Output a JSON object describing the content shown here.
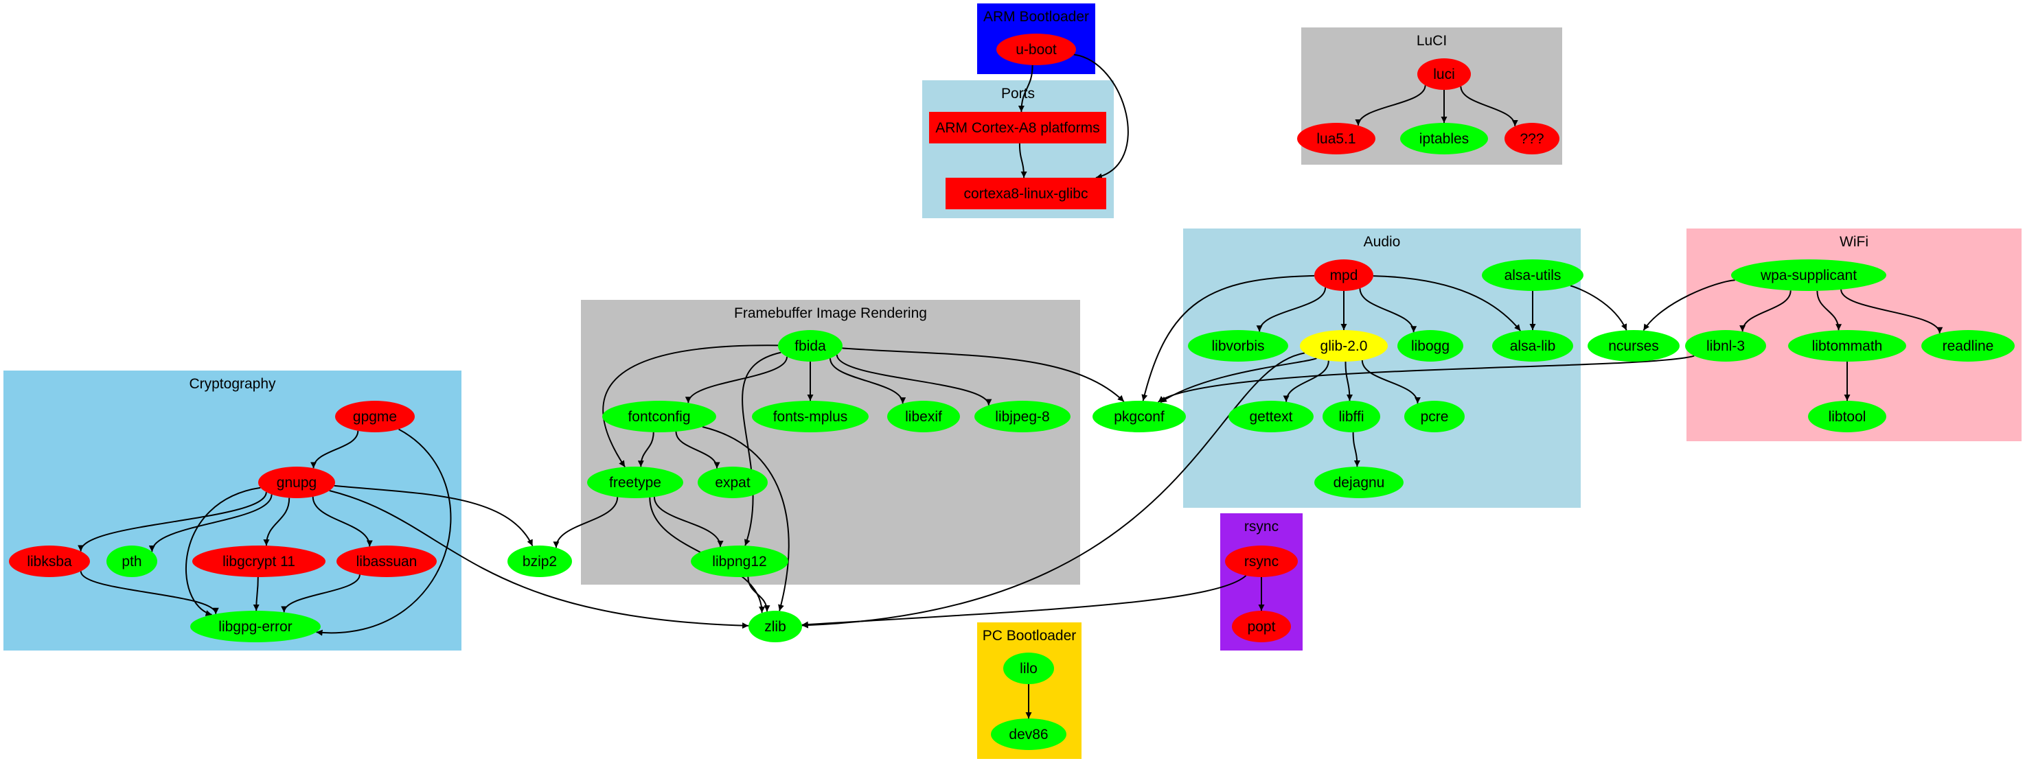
{
  "clusters": [
    {
      "id": "arm",
      "label": "ARM Bootloader",
      "color": "#0000FF"
    },
    {
      "id": "ports",
      "label": "Ports",
      "color": "#ADD8E6"
    },
    {
      "id": "luci",
      "label": "LuCI",
      "color": "#C0C0C0"
    },
    {
      "id": "audio",
      "label": "Audio",
      "color": "#ADD8E6"
    },
    {
      "id": "wifi",
      "label": "WiFi",
      "color": "#FFB6C1"
    },
    {
      "id": "fb",
      "label": "Framebuffer Image Rendering",
      "color": "#C0C0C0"
    },
    {
      "id": "crypto",
      "label": "Cryptography",
      "color": "#87CEEB"
    },
    {
      "id": "rsync",
      "label": "rsync",
      "color": "#A020F0"
    },
    {
      "id": "pcboot",
      "label": "PC Bootloader",
      "color": "#FFD700"
    }
  ],
  "nodes": [
    {
      "id": "uboot",
      "label": "u-boot",
      "color": "#FF0000",
      "shape": "ellipse"
    },
    {
      "id": "armcortex",
      "label": "ARM Cortex-A8 platforms",
      "color": "#FF0000",
      "shape": "box"
    },
    {
      "id": "cortexa8",
      "label": "cortexa8-linux-glibc",
      "color": "#FF0000",
      "shape": "box"
    },
    {
      "id": "luci",
      "label": "luci",
      "color": "#FF0000",
      "shape": "ellipse"
    },
    {
      "id": "lua51",
      "label": "lua5.1",
      "color": "#FF0000",
      "shape": "ellipse"
    },
    {
      "id": "iptables",
      "label": "iptables",
      "color": "#00FF00",
      "shape": "ellipse"
    },
    {
      "id": "qqq",
      "label": "???",
      "color": "#FF0000",
      "shape": "ellipse"
    },
    {
      "id": "mpd",
      "label": "mpd",
      "color": "#FF0000",
      "shape": "ellipse"
    },
    {
      "id": "alsautils",
      "label": "alsa-utils",
      "color": "#00FF00",
      "shape": "ellipse"
    },
    {
      "id": "libvorbis",
      "label": "libvorbis",
      "color": "#00FF00",
      "shape": "ellipse"
    },
    {
      "id": "glib",
      "label": "glib-2.0",
      "color": "#FFFF00",
      "shape": "ellipse"
    },
    {
      "id": "libogg",
      "label": "libogg",
      "color": "#00FF00",
      "shape": "ellipse"
    },
    {
      "id": "alsalib",
      "label": "alsa-lib",
      "color": "#00FF00",
      "shape": "ellipse"
    },
    {
      "id": "gettext",
      "label": "gettext",
      "color": "#00FF00",
      "shape": "ellipse"
    },
    {
      "id": "libffi",
      "label": "libffi",
      "color": "#00FF00",
      "shape": "ellipse"
    },
    {
      "id": "pcre",
      "label": "pcre",
      "color": "#00FF00",
      "shape": "ellipse"
    },
    {
      "id": "dejagnu",
      "label": "dejagnu",
      "color": "#00FF00",
      "shape": "ellipse"
    },
    {
      "id": "ncurses",
      "label": "ncurses",
      "color": "#00FF00",
      "shape": "ellipse"
    },
    {
      "id": "wpa",
      "label": "wpa-supplicant",
      "color": "#00FF00",
      "shape": "ellipse"
    },
    {
      "id": "libnl3",
      "label": "libnl-3",
      "color": "#00FF00",
      "shape": "ellipse"
    },
    {
      "id": "libtommath",
      "label": "libtommath",
      "color": "#00FF00",
      "shape": "ellipse"
    },
    {
      "id": "readline",
      "label": "readline",
      "color": "#00FF00",
      "shape": "ellipse"
    },
    {
      "id": "libtool",
      "label": "libtool",
      "color": "#00FF00",
      "shape": "ellipse"
    },
    {
      "id": "fbida",
      "label": "fbida",
      "color": "#00FF00",
      "shape": "ellipse"
    },
    {
      "id": "fontconfig",
      "label": "fontconfig",
      "color": "#00FF00",
      "shape": "ellipse"
    },
    {
      "id": "fontsmplus",
      "label": "fonts-mplus",
      "color": "#00FF00",
      "shape": "ellipse"
    },
    {
      "id": "libexif",
      "label": "libexif",
      "color": "#00FF00",
      "shape": "ellipse"
    },
    {
      "id": "libjpeg",
      "label": "libjpeg-8",
      "color": "#00FF00",
      "shape": "ellipse"
    },
    {
      "id": "freetype",
      "label": "freetype",
      "color": "#00FF00",
      "shape": "ellipse"
    },
    {
      "id": "expat",
      "label": "expat",
      "color": "#00FF00",
      "shape": "ellipse"
    },
    {
      "id": "libpng12",
      "label": "libpng12",
      "color": "#00FF00",
      "shape": "ellipse"
    },
    {
      "id": "pkgconf",
      "label": "pkgconf",
      "color": "#00FF00",
      "shape": "ellipse"
    },
    {
      "id": "zlib",
      "label": "zlib",
      "color": "#00FF00",
      "shape": "ellipse"
    },
    {
      "id": "bzip2",
      "label": "bzip2",
      "color": "#00FF00",
      "shape": "ellipse"
    },
    {
      "id": "gpgme",
      "label": "gpgme",
      "color": "#FF0000",
      "shape": "ellipse"
    },
    {
      "id": "gnupg",
      "label": "gnupg",
      "color": "#FF0000",
      "shape": "ellipse"
    },
    {
      "id": "libksba",
      "label": "libksba",
      "color": "#FF0000",
      "shape": "ellipse"
    },
    {
      "id": "pth",
      "label": "pth",
      "color": "#00FF00",
      "shape": "ellipse"
    },
    {
      "id": "libgcrypt",
      "label": "libgcrypt 11",
      "color": "#FF0000",
      "shape": "ellipse"
    },
    {
      "id": "libassuan",
      "label": "libassuan",
      "color": "#FF0000",
      "shape": "ellipse"
    },
    {
      "id": "libgpgerror",
      "label": "libgpg-error",
      "color": "#00FF00",
      "shape": "ellipse"
    },
    {
      "id": "rsync",
      "label": "rsync",
      "color": "#FF0000",
      "shape": "ellipse"
    },
    {
      "id": "popt",
      "label": "popt",
      "color": "#FF0000",
      "shape": "ellipse"
    },
    {
      "id": "lilo",
      "label": "lilo",
      "color": "#00FF00",
      "shape": "ellipse"
    },
    {
      "id": "dev86",
      "label": "dev86",
      "color": "#00FF00",
      "shape": "ellipse"
    }
  ],
  "edges": [
    {
      "from": "uboot",
      "to": "armcortex"
    },
    {
      "from": "uboot",
      "to": "cortexa8"
    },
    {
      "from": "armcortex",
      "to": "cortexa8"
    },
    {
      "from": "luci",
      "to": "lua51"
    },
    {
      "from": "luci",
      "to": "iptables"
    },
    {
      "from": "luci",
      "to": "qqq"
    },
    {
      "from": "mpd",
      "to": "libvorbis"
    },
    {
      "from": "mpd",
      "to": "glib"
    },
    {
      "from": "mpd",
      "to": "libogg"
    },
    {
      "from": "mpd",
      "to": "alsalib"
    },
    {
      "from": "mpd",
      "to": "pkgconf"
    },
    {
      "from": "alsautils",
      "to": "alsalib"
    },
    {
      "from": "alsautils",
      "to": "ncurses"
    },
    {
      "from": "glib",
      "to": "gettext"
    },
    {
      "from": "glib",
      "to": "libffi"
    },
    {
      "from": "glib",
      "to": "pcre"
    },
    {
      "from": "glib",
      "to": "pkgconf"
    },
    {
      "from": "glib",
      "to": "zlib"
    },
    {
      "from": "libffi",
      "to": "dejagnu"
    },
    {
      "from": "wpa",
      "to": "ncurses"
    },
    {
      "from": "wpa",
      "to": "libnl3"
    },
    {
      "from": "wpa",
      "to": "libtommath"
    },
    {
      "from": "wpa",
      "to": "readline"
    },
    {
      "from": "libtommath",
      "to": "libtool"
    },
    {
      "from": "libnl3",
      "to": "pkgconf"
    },
    {
      "from": "fbida",
      "to": "fontconfig"
    },
    {
      "from": "fbida",
      "to": "fontsmplus"
    },
    {
      "from": "fbida",
      "to": "libexif"
    },
    {
      "from": "fbida",
      "to": "libjpeg"
    },
    {
      "from": "fbida",
      "to": "pkgconf"
    },
    {
      "from": "fbida",
      "to": "freetype"
    },
    {
      "from": "fbida",
      "to": "libpng12"
    },
    {
      "from": "fontconfig",
      "to": "freetype"
    },
    {
      "from": "fontconfig",
      "to": "expat"
    },
    {
      "from": "fontconfig",
      "to": "zlib"
    },
    {
      "from": "freetype",
      "to": "libpng12"
    },
    {
      "from": "freetype",
      "to": "zlib"
    },
    {
      "from": "freetype",
      "to": "bzip2"
    },
    {
      "from": "libpng12",
      "to": "zlib"
    },
    {
      "from": "gpgme",
      "to": "gnupg"
    },
    {
      "from": "gpgme",
      "to": "libgpgerror"
    },
    {
      "from": "gnupg",
      "to": "libksba"
    },
    {
      "from": "gnupg",
      "to": "pth"
    },
    {
      "from": "gnupg",
      "to": "libgcrypt"
    },
    {
      "from": "gnupg",
      "to": "libassuan"
    },
    {
      "from": "gnupg",
      "to": "libgpgerror"
    },
    {
      "from": "gnupg",
      "to": "bzip2"
    },
    {
      "from": "gnupg",
      "to": "zlib"
    },
    {
      "from": "libksba",
      "to": "libgpgerror"
    },
    {
      "from": "libgcrypt",
      "to": "libgpgerror"
    },
    {
      "from": "libassuan",
      "to": "libgpgerror"
    },
    {
      "from": "rsync",
      "to": "popt"
    },
    {
      "from": "rsync",
      "to": "zlib"
    },
    {
      "from": "lilo",
      "to": "dev86"
    }
  ]
}
